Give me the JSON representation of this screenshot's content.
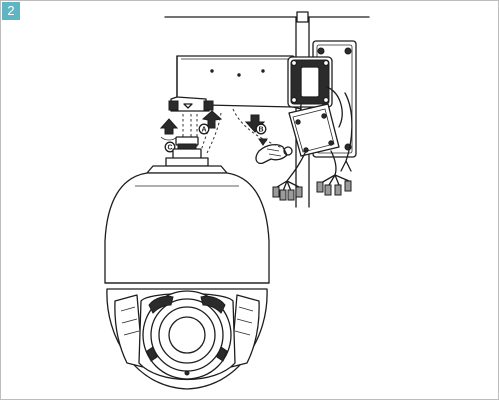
{
  "figure": {
    "step_number": "2",
    "markers": {
      "a": "A",
      "b": "B",
      "c": "C"
    }
  }
}
